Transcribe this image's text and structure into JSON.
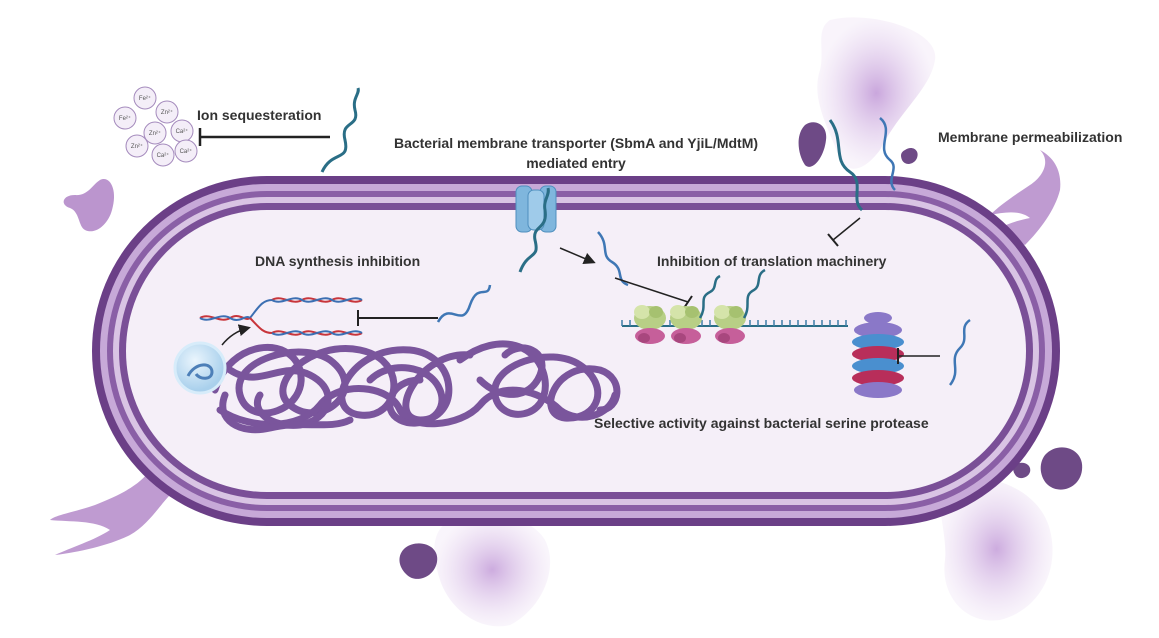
{
  "labels": {
    "ion_sequestration": "Ion sequesteration",
    "transporter_line1": "Bacterial membrane transporter (SbmA and YjiL/MdtM)",
    "transporter_line2": "mediated entry",
    "membrane_permeabilization": "Membrane permeabilization",
    "dna_synthesis_inhibition": "DNA synthesis inhibition",
    "translation_inhibition": "Inhibition of translation machinery",
    "serine_protease": "Selective activity  against bacterial serine protease"
  },
  "ions": [
    "Fe²⁺",
    "Zn²⁺",
    "Fe²⁺",
    "Zn²⁺",
    "Ca²⁺",
    "Zn²⁺",
    "Ca²⁺",
    "Ca²⁺"
  ],
  "colors": {
    "membrane_dark": "#6b3f87",
    "membrane_light": "#c7a9d8",
    "cytoplasm": "#f5eff8",
    "chromosome": "#7a559c",
    "peptide": "#2a6e86",
    "peptide_light": "#3f77b5",
    "dna_red": "#c8353b",
    "dna_blue": "#3c6fb2",
    "ribosome_green": "#b8cf86",
    "ribosome_pink": "#c65f9a",
    "protease_red": "#b82e5a",
    "protease_blue": "#4a8fcf",
    "protease_purple": "#8a78c8",
    "burst": "#c9a3dc",
    "transporter": "#7fb6dd"
  }
}
